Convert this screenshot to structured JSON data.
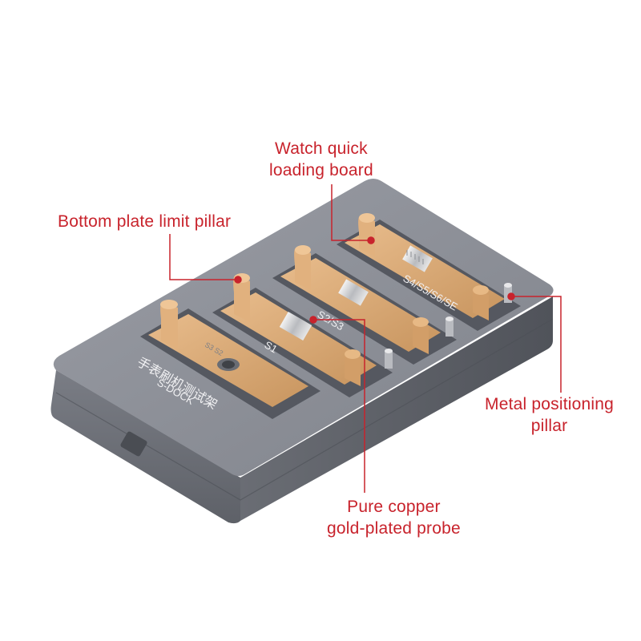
{
  "labels": {
    "watch_board": [
      "Watch quick",
      "loading board"
    ],
    "limit_pillar": "Bottom plate limit pillar",
    "metal_pillar": [
      "Metal positioning",
      "pillar"
    ],
    "probe": [
      "Pure copper",
      "gold-plated probe"
    ]
  },
  "device": {
    "name": "S-DOCK",
    "chinese_name": "手表刷机测试架",
    "slot_labels": [
      "S1",
      "S2/S3",
      "S4/S5/S6/SE"
    ],
    "slot_small_text": "S3 S2"
  },
  "colors": {
    "callout": "#c8232c",
    "body": "#7b7e86",
    "top": "#8c8f97",
    "slot": "#55585f",
    "board": "#d9a878"
  }
}
